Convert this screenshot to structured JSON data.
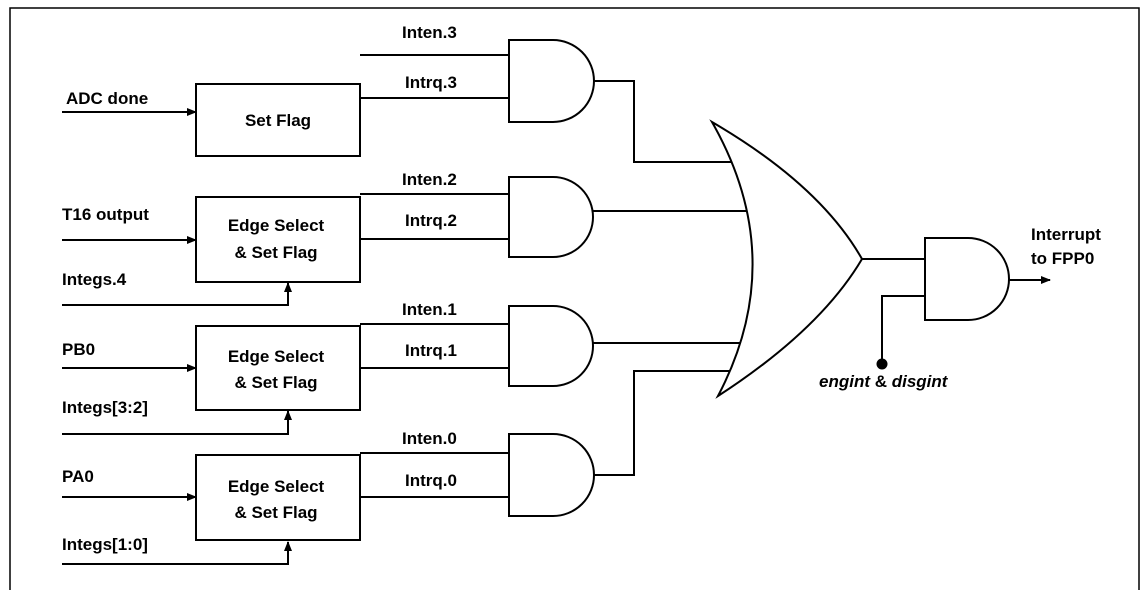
{
  "blocks": {
    "adc": {
      "input_label": "ADC done",
      "text": [
        "Set Flag"
      ]
    },
    "t16": {
      "input_label": "T16 output",
      "select_label": "Integs.4",
      "text": [
        "Edge Select",
        "& Set Flag"
      ]
    },
    "pb0": {
      "input_label": "PB0",
      "select_label": "Integs[3:2]",
      "text": [
        "Edge Select",
        "& Set Flag"
      ]
    },
    "pa0": {
      "input_label": "PA0",
      "select_label": "Integs[1:0]",
      "text": [
        "Edge Select",
        "& Set Flag"
      ]
    }
  },
  "and_gates": [
    {
      "enable_label": "Inten.3",
      "request_label": "Intrq.3"
    },
    {
      "enable_label": "Inten.2",
      "request_label": "Intrq.2"
    },
    {
      "enable_label": "Inten.1",
      "request_label": "Intrq.1"
    },
    {
      "enable_label": "Inten.0",
      "request_label": "Intrq.0"
    }
  ],
  "output": {
    "line1": "Interrupt",
    "line2": "to FPP0"
  },
  "control": {
    "part1": "engint",
    "part2": " & ",
    "part3": "disgint"
  },
  "colors": {
    "line": "#000000",
    "background": "#ffffff"
  }
}
